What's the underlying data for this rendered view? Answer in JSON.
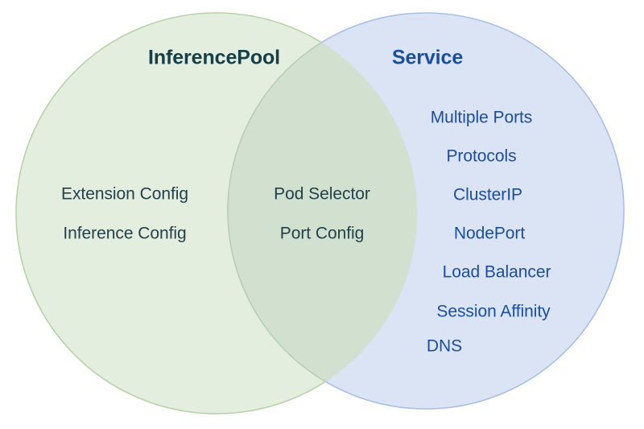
{
  "diagram": {
    "type": "venn",
    "background_color": "#ffffff",
    "left_set": {
      "title": "InferencePool",
      "title_color": "#15404a",
      "fill_color": "#e4eede",
      "stroke_color": "#b6d4a8",
      "text_color": "#22424b",
      "items": [
        "Extension Config",
        "Inference Config"
      ]
    },
    "right_set": {
      "title": "Service",
      "title_color": "#1a4fa0",
      "fill_color": "#d7e2f4",
      "stroke_color": "#a8c0e8",
      "text_color": "#1b4ea3",
      "items": [
        "Multiple Ports",
        "Protocols",
        "ClusterIP",
        "NodePort",
        "Load Balancer",
        "Session Affinity",
        "DNS"
      ]
    },
    "intersection": {
      "fill_color": "#d2e0cf",
      "text_color": "#22424b",
      "items": [
        "Pod Selector",
        "Port Config"
      ]
    }
  }
}
